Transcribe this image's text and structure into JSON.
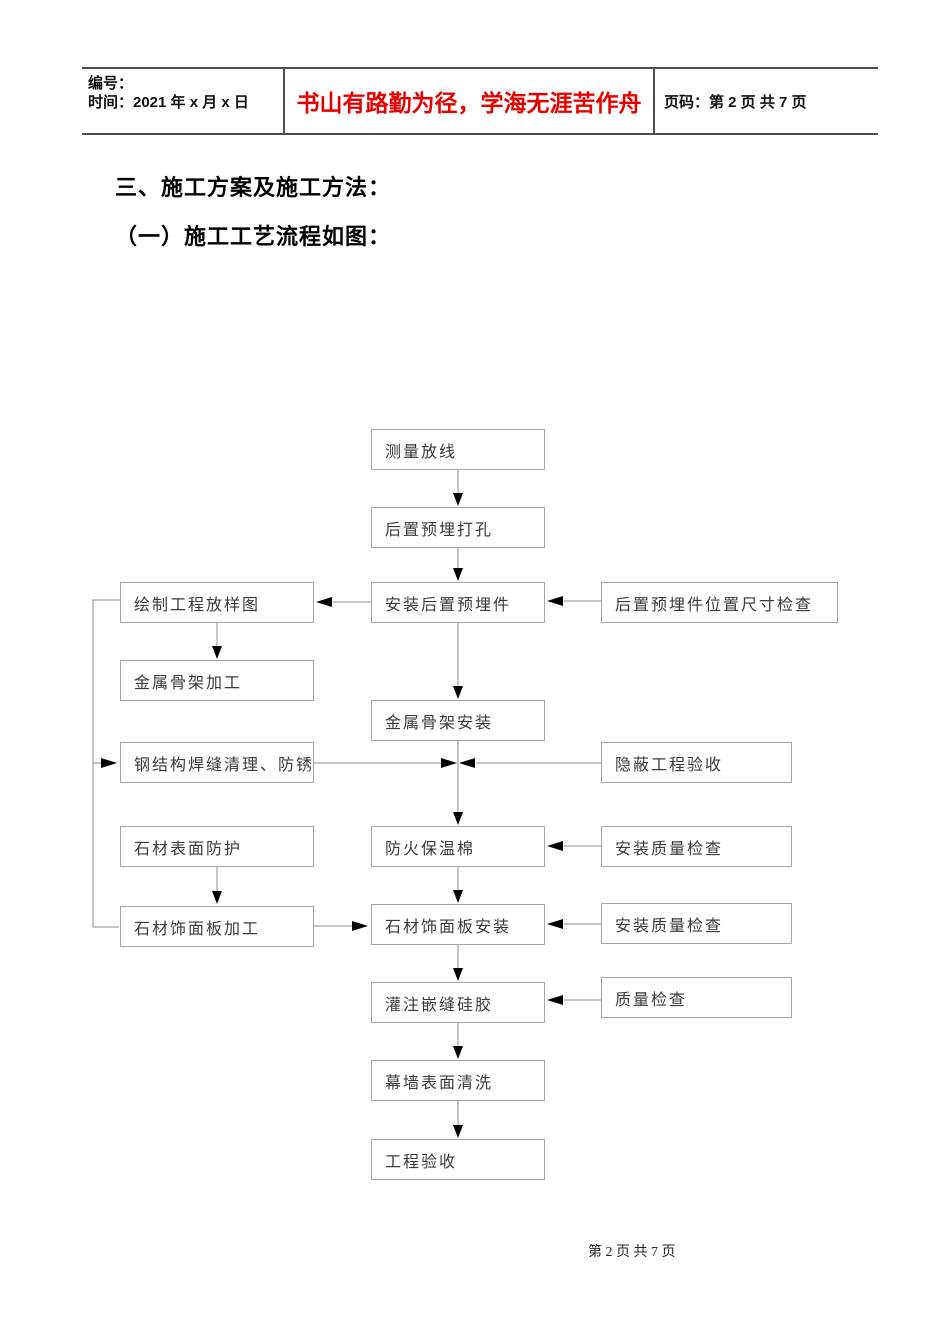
{
  "header": {
    "number_label": "编号：",
    "time_label": "时间：2021 年 x 月 x 日",
    "motto": "书山有路勤为径，学海无涯苦作舟",
    "motto_color": "#e60000",
    "page_info": "页码：第 2 页  共 7 页"
  },
  "headings": {
    "h1": "三、施工方案及施工方法：",
    "h2": "（一）施工工艺流程如图："
  },
  "flowchart": {
    "nodes": {
      "measure": "测量放线",
      "drill": "后置预埋打孔",
      "install_embed": "安装后置预埋件",
      "frame_install": "金属骨架安装",
      "insulation": "防火保温棉",
      "stone_install": "石材饰面板安装",
      "sealant": "灌注嵌缝硅胶",
      "clean": "幕墙表面清洗",
      "acceptance": "工程验收",
      "drawing": "绘制工程放样图",
      "frame_fab": "金属骨架加工",
      "weld_clean": "钢结构焊缝清理、防锈",
      "stone_protect": "石材表面防护",
      "stone_fab": "石材饰面板加工",
      "embed_check": "后置预埋件位置尺寸检查",
      "hidden_accept": "隐蔽工程验收",
      "quality_check1": "安装质量检查",
      "quality_check2": "安装质量检查",
      "quality_check3": "质量检查"
    },
    "line_color": "#8c8c8c",
    "arrow_color": "#000000",
    "box_border_color": "#a6a6a6"
  },
  "footer": {
    "page_text": "第 2 页 共 7 页"
  }
}
